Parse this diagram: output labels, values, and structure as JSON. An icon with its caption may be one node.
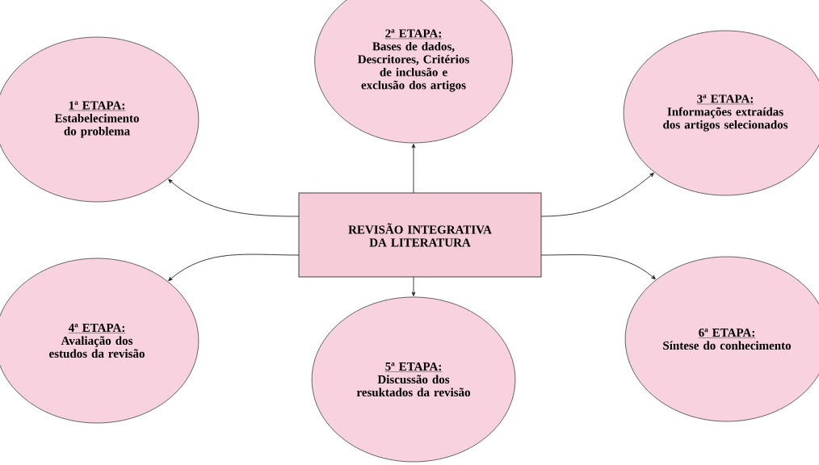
{
  "diagram": {
    "nodes": [
      {
        "text": [
          "REVISÃO INTEGRATIVA DA LITERATURA"
        ]
      },
      {
        "text": [
          "1ª ETAPA:",
          "Estabelecimento do problema"
        ]
      },
      {
        "text": [
          "2ª ETAPA:",
          "Bases de dados, Descritores, Critérios de inclusão e exclusão dos artigos"
        ]
      },
      {
        "text": [
          "3ª ETAPA:",
          "Informações extraídas dos artigos selecionados"
        ]
      },
      {
        "text": [
          "4ª ETAPA:",
          "Avaliação dos estudos da revisão"
        ]
      },
      {
        "text": [
          "5ª ETAPA:",
          "Discussão dos resuktados da revisão"
        ]
      },
      {
        "text": [
          "6ª ETAPA:",
          "Síntese do conhecimento"
        ]
      }
    ],
    "edges": [
      {
        "from": 0,
        "to": 1,
        "arrow": "to"
      },
      {
        "from": 0,
        "to": 2,
        "arrow": "to"
      },
      {
        "from": 0,
        "to": 3,
        "arrow": "to"
      },
      {
        "from": 0,
        "to": 4,
        "arrow": "to"
      },
      {
        "from": 0,
        "to": 5,
        "arrow": "to"
      },
      {
        "from": 0,
        "to": 6,
        "arrow": "to"
      }
    ]
  }
}
